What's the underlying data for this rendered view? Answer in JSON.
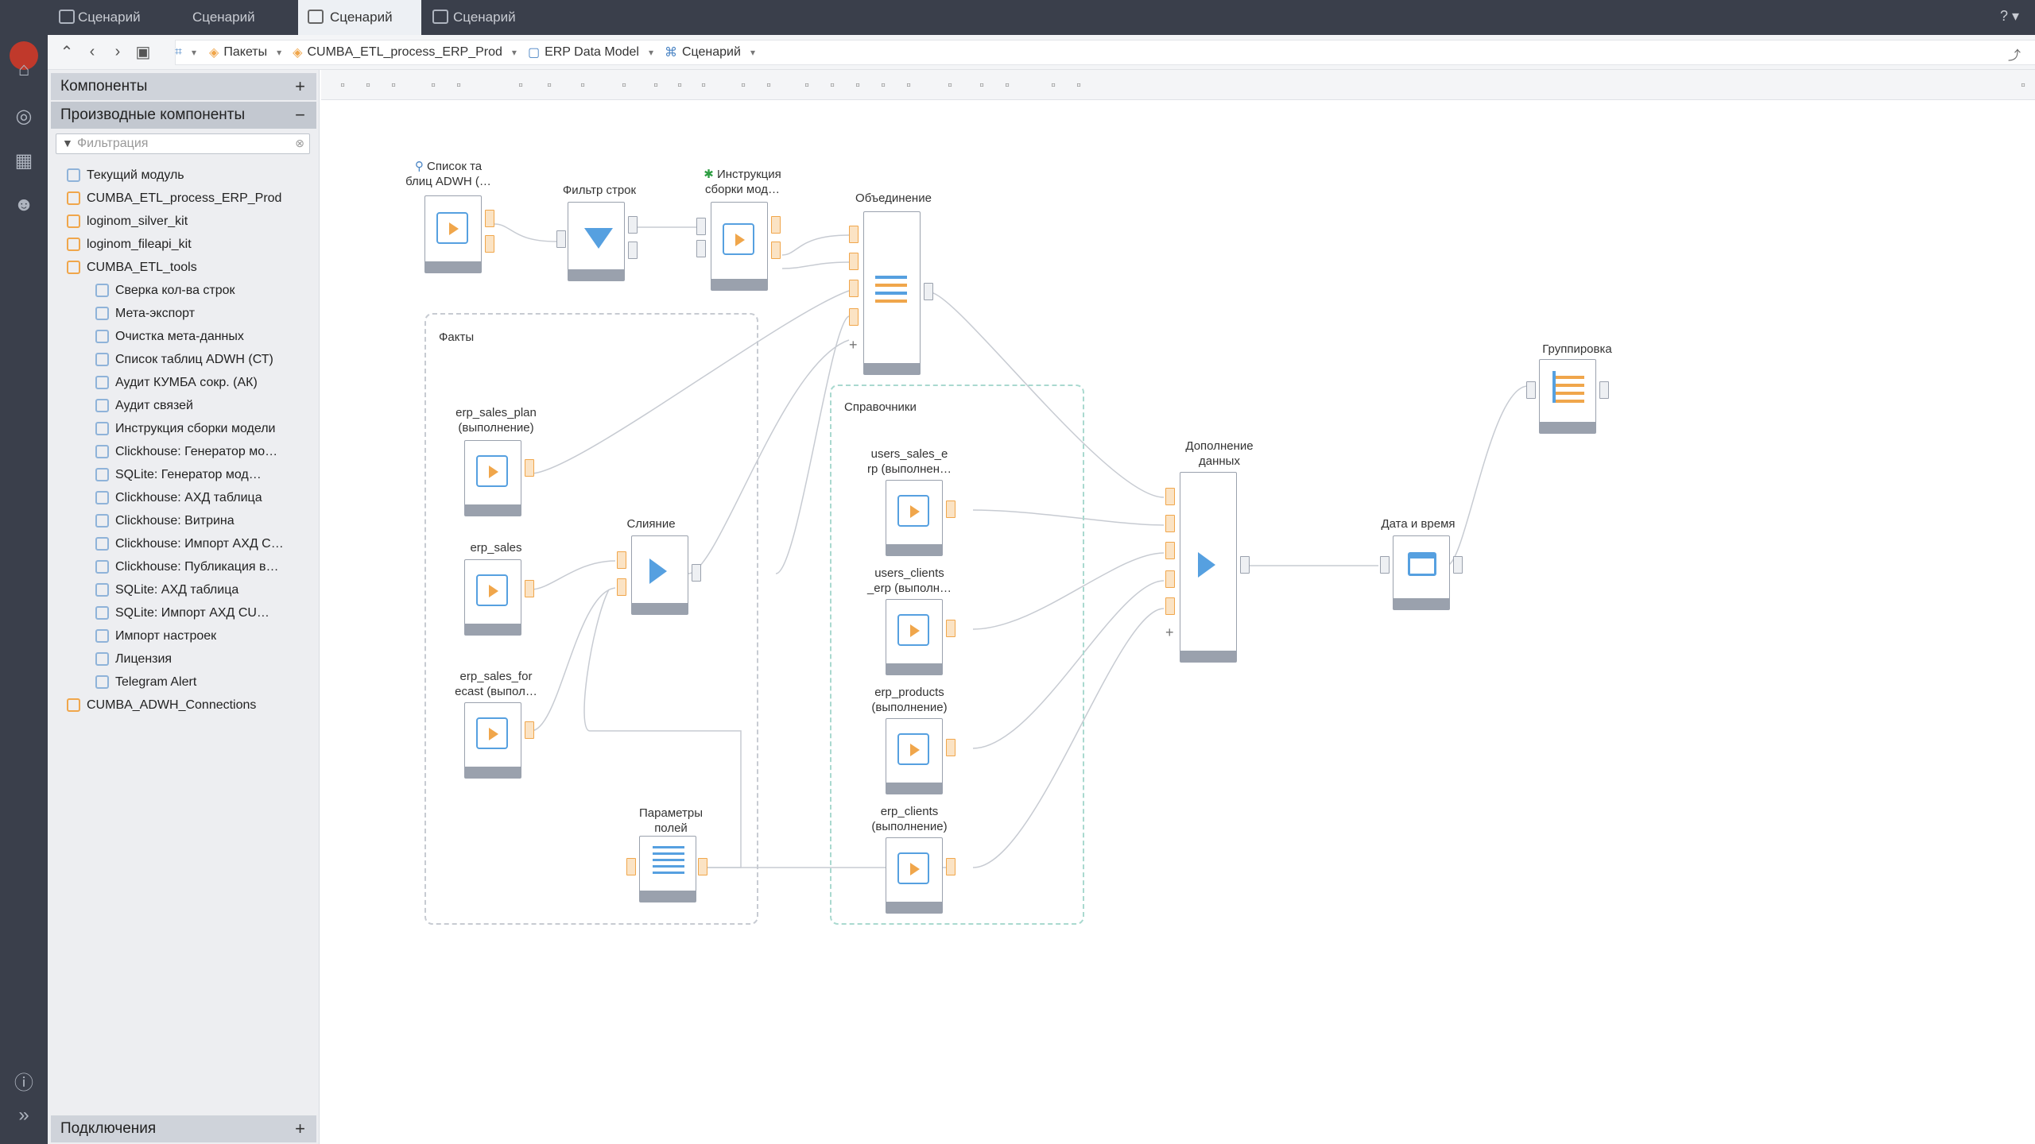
{
  "tabs": [
    {
      "label": "Сценарий",
      "active": false
    },
    {
      "label": "Сценарий",
      "active": false
    },
    {
      "label": "Сценарий",
      "active": true
    },
    {
      "label": "Сценарий",
      "active": false
    }
  ],
  "help_label": "?",
  "breadcrumb": {
    "packages": "Пакеты",
    "package": "CUMBA_ETL_process_ERP_Prod",
    "module": "ERP Data Model",
    "scenario": "Сценарий"
  },
  "panel": {
    "components_title": "Компоненты",
    "derived_title": "Производные компоненты",
    "filter_placeholder": "Фильтрация",
    "connections_title": "Подключения"
  },
  "tree": [
    "Текущий модуль",
    "CUMBA_ETL_process_ERP_Prod",
    "loginom_silver_kit",
    "loginom_fileapi_kit",
    "CUMBA_ETL_tools",
    "Сверка кол-ва строк",
    "Мета-экспорт",
    "Очистка мета-данных",
    "Список таблиц ADWH (СТ)",
    "Аудит КУМБА сокр. (АК)",
    "Аудит связей",
    "Инструкция сборки модели",
    "Clickhouse: Генератор мо…",
    "SQLite: Генератор мод…",
    "Clickhouse: АХД таблица",
    "Clickhouse: Витрина",
    "Clickhouse: Импорт АХД С…",
    "Clickhouse: Публикация в…",
    "SQLite: АХД таблица",
    "SQLite: Импорт АХД CU…",
    "Импорт настроек",
    "Лицензия",
    "Telegram Alert",
    "CUMBA_ADWH_Connections"
  ],
  "tree_icon_colors": {
    "folder": "#f0a64b",
    "module": "#8fb3d9",
    "node": "#5cb85c"
  },
  "canvas": {
    "groups": {
      "facts": "Факты",
      "refs": "Справочники"
    },
    "nodes": {
      "list_tables": "Список та\nблиц ADWH (…",
      "row_filter": "Фильтр строк",
      "instruction": "Инструкция\nсборки мод…",
      "union": "Объединение",
      "grouping": "Группировка",
      "sales_plan": "erp_sales_plan\n(выполнение)",
      "sales": "erp_sales",
      "merge": "Слияние",
      "sales_forecast": "erp_sales_for\necast (выпол…",
      "field_params": "Параметры\nполей",
      "users_sales": "users_sales_e\nrp (выполнен…",
      "users_clients": "users_clients\n_erp (выполн…",
      "products": "erp_products\n(выполнение)",
      "clients": "erp_clients\n(выполнение)",
      "enrich": "Дополнение\nданных",
      "datetime": "Дата и время"
    }
  },
  "colors": {
    "accent_orange": "#f0a64b",
    "accent_blue": "#56a0e0",
    "chrome": "#3a3f4b",
    "link_line": "#c7cbd2"
  }
}
